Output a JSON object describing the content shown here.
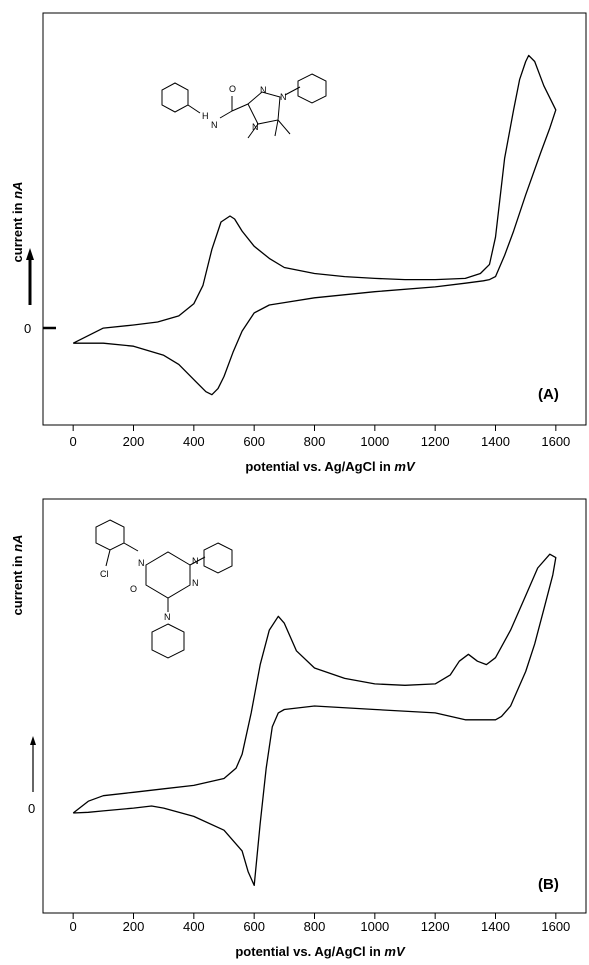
{
  "chart_data": [
    {
      "type": "line",
      "panel_label": "(A)",
      "xlabel_prefix": "potential vs. Ag/AgCl in ",
      "xlabel_unit": "mV",
      "ylabel_prefix": "current in ",
      "ylabel_unit": "nA",
      "y_zero_label": "0",
      "xlim": [
        -100,
        1700
      ],
      "ylim": [
        -1.6,
        5.2
      ],
      "xticks": [
        0,
        200,
        400,
        600,
        800,
        1000,
        1200,
        1400,
        1600
      ],
      "molecule_atoms": [
        "O",
        "N",
        "N",
        "N",
        "N",
        "H"
      ],
      "series": [
        {
          "x": [
            0,
            100,
            200,
            280,
            350,
            400,
            430,
            460,
            490,
            520,
            535,
            560,
            600,
            650,
            700,
            800,
            900,
            1000,
            1100,
            1200,
            1300,
            1350,
            1380,
            1400,
            1430,
            1460,
            1480,
            1500,
            1510,
            1530,
            1560,
            1600,
            1580,
            1550,
            1500,
            1460,
            1430,
            1400,
            1380,
            1360,
            1300,
            1200,
            1000,
            800,
            700,
            650,
            600,
            560,
            530,
            500,
            480,
            460,
            440,
            400,
            350,
            300,
            200,
            100,
            0
          ],
          "y": [
            -0.25,
            0.0,
            0.05,
            0.1,
            0.2,
            0.4,
            0.7,
            1.3,
            1.75,
            1.85,
            1.8,
            1.6,
            1.35,
            1.15,
            1.0,
            0.9,
            0.85,
            0.82,
            0.8,
            0.8,
            0.82,
            0.9,
            1.05,
            1.5,
            2.8,
            3.6,
            4.1,
            4.4,
            4.5,
            4.4,
            4.0,
            3.6,
            3.3,
            2.9,
            2.2,
            1.6,
            1.2,
            0.85,
            0.8,
            0.78,
            0.74,
            0.68,
            0.6,
            0.5,
            0.42,
            0.38,
            0.25,
            -0.05,
            -0.4,
            -0.8,
            -1.0,
            -1.1,
            -1.05,
            -0.85,
            -0.6,
            -0.45,
            -0.3,
            -0.25,
            -0.25
          ]
        }
      ]
    },
    {
      "type": "line",
      "panel_label": "(B)",
      "xlabel_prefix": "potential vs. Ag/AgCl in ",
      "xlabel_unit": "mV",
      "ylabel_prefix": "current in ",
      "ylabel_unit": "nA",
      "y_zero_label": "0",
      "xlim": [
        -100,
        1700
      ],
      "ylim": [
        -1.6,
        4.4
      ],
      "xticks": [
        0,
        200,
        400,
        600,
        800,
        1000,
        1200,
        1400,
        1600
      ],
      "molecule_atoms": [
        "Cl",
        "N",
        "N",
        "N",
        "O",
        "N"
      ],
      "series": [
        {
          "x": [
            0,
            50,
            100,
            200,
            300,
            400,
            500,
            540,
            560,
            590,
            620,
            650,
            680,
            700,
            740,
            800,
            900,
            1000,
            1100,
            1200,
            1250,
            1280,
            1310,
            1340,
            1370,
            1400,
            1450,
            1500,
            1540,
            1580,
            1600,
            1590,
            1560,
            1530,
            1500,
            1470,
            1450,
            1420,
            1400,
            1300,
            1200,
            1000,
            800,
            700,
            680,
            660,
            640,
            620,
            600,
            580,
            560,
            500,
            400,
            300,
            260,
            200,
            100,
            50,
            0
          ],
          "y": [
            -0.15,
            0.02,
            0.1,
            0.15,
            0.2,
            0.25,
            0.35,
            0.5,
            0.7,
            1.3,
            2.0,
            2.5,
            2.7,
            2.6,
            2.2,
            1.95,
            1.8,
            1.72,
            1.7,
            1.72,
            1.85,
            2.05,
            2.15,
            2.05,
            2.0,
            2.1,
            2.5,
            3.0,
            3.4,
            3.6,
            3.55,
            3.3,
            2.8,
            2.3,
            1.9,
            1.6,
            1.4,
            1.25,
            1.2,
            1.2,
            1.3,
            1.35,
            1.4,
            1.35,
            1.3,
            1.1,
            0.5,
            -0.3,
            -1.2,
            -1.0,
            -0.7,
            -0.4,
            -0.2,
            -0.08,
            -0.05,
            -0.08,
            -0.12,
            -0.14,
            -0.15
          ]
        }
      ]
    }
  ]
}
